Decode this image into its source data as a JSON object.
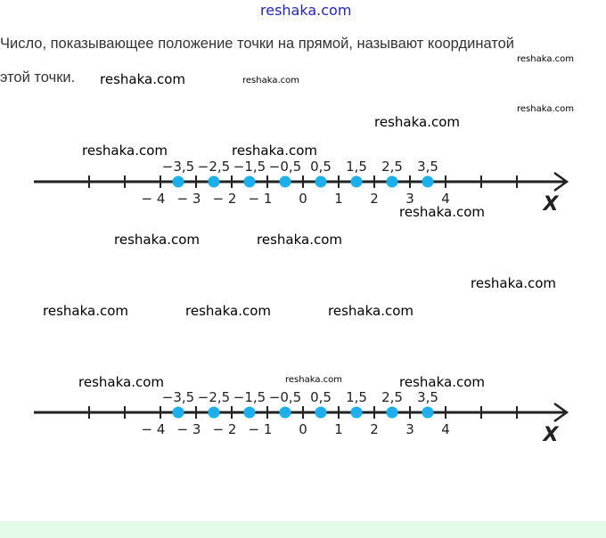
{
  "header": {
    "site": "reshaka.com"
  },
  "text": {
    "line1": "Число, показывающее положение точки на прямой, называют координатой",
    "line2": "этой точки."
  },
  "watermark": "reshaka.com",
  "number_line": {
    "axis_label": "X",
    "ticks": [
      -6,
      -5,
      -4,
      -3,
      -2,
      -1,
      0,
      1,
      2,
      3,
      4,
      5,
      6
    ],
    "tick_labels": [
      "− 4",
      "− 3",
      "− 2",
      "− 1",
      "0",
      "1",
      "2",
      "3",
      "4"
    ],
    "tick_label_values": [
      -4,
      -3,
      -2,
      -1,
      0,
      1,
      2,
      3,
      4
    ],
    "points": [
      -3.5,
      -2.5,
      -1.5,
      -0.5,
      0.5,
      1.5,
      2.5,
      3.5
    ],
    "point_labels": [
      "−3,5",
      "−2,5",
      "−1,5",
      "−0,5",
      "0,5",
      "1,5",
      "2,5",
      "3,5"
    ],
    "point_color": "#1ab0ee"
  }
}
